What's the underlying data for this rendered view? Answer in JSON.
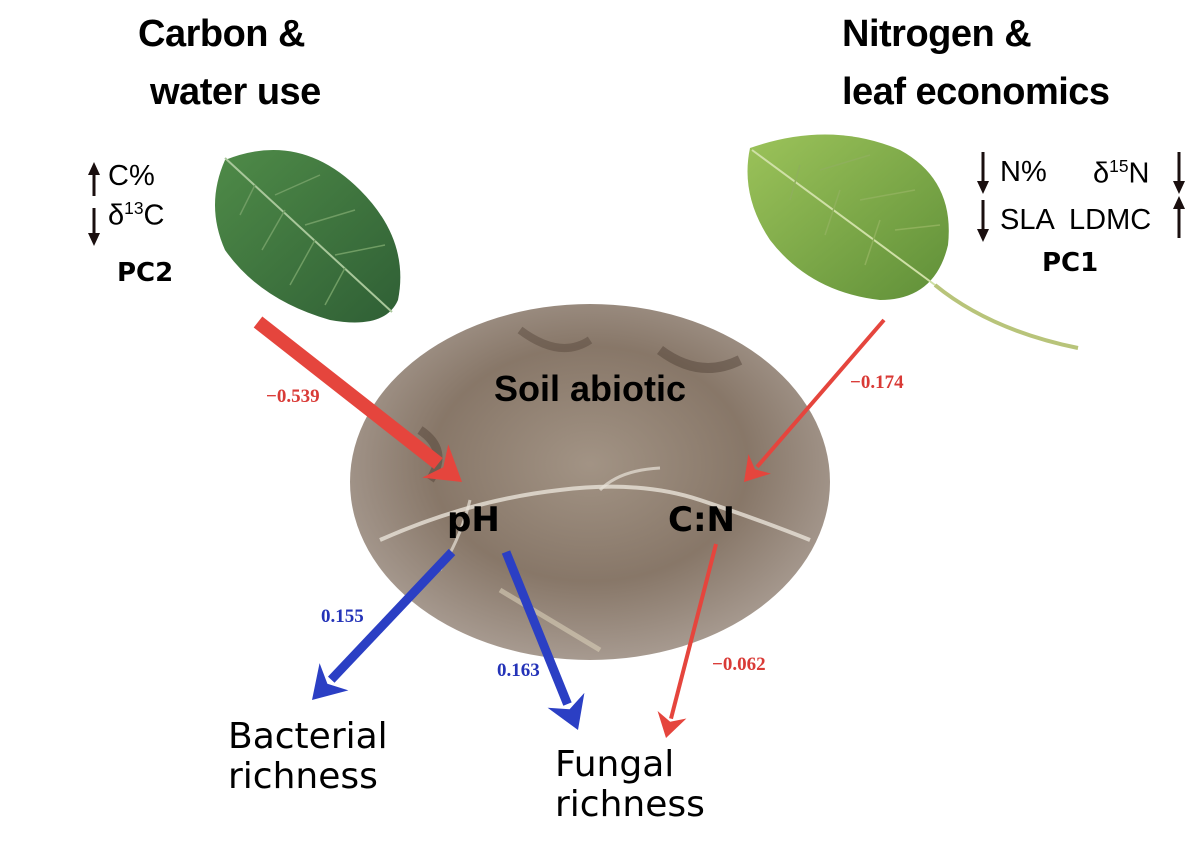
{
  "left_group": {
    "title_line1": "Carbon &",
    "title_line2": "water use",
    "trait1": "C%",
    "trait1_direction": "up",
    "trait2_prefix": "δ",
    "trait2_sup": "13",
    "trait2_suffix": "C",
    "trait2_direction": "down",
    "pc_label": "PC2",
    "leaf_color": "#3f7a3a"
  },
  "right_group": {
    "title_line1": "Nitrogen &",
    "title_line2": "leaf economics",
    "trait1": "N%",
    "trait1_direction": "down",
    "trait2_prefix": "δ",
    "trait2_sup": "15",
    "trait2_suffix": "N",
    "trait2_direction": "down",
    "trait3": "SLA",
    "trait3_direction": "down",
    "trait4": "LDMC",
    "trait4_direction": "up",
    "pc_label": "PC1",
    "leaf_color": "#7fa84a"
  },
  "soil": {
    "title": "Soil abiotic",
    "node_ph": "pH",
    "node_cn": "C:N",
    "color": "#7a6a5c"
  },
  "outcomes": {
    "bacterial_line1": "Bacterial",
    "bacterial_line2": "richness",
    "fungal_line1": "Fungal",
    "fungal_line2": "richness"
  },
  "paths": [
    {
      "from": "PC2",
      "to": "pH",
      "coefficient": "−0.539",
      "sign": "negative"
    },
    {
      "from": "PC1",
      "to": "C:N",
      "coefficient": "−0.174",
      "sign": "negative"
    },
    {
      "from": "pH",
      "to": "Bacterial richness",
      "coefficient": "0.155",
      "sign": "positive"
    },
    {
      "from": "pH",
      "to": "Fungal richness",
      "coefficient": "0.163",
      "sign": "positive"
    },
    {
      "from": "C:N",
      "to": "Fungal richness",
      "coefficient": "−0.062",
      "sign": "negative"
    }
  ],
  "colors": {
    "negative": "#e5453d",
    "positive": "#2b3fc4",
    "negative_label": "#d93a36",
    "positive_label": "#2433b8"
  }
}
